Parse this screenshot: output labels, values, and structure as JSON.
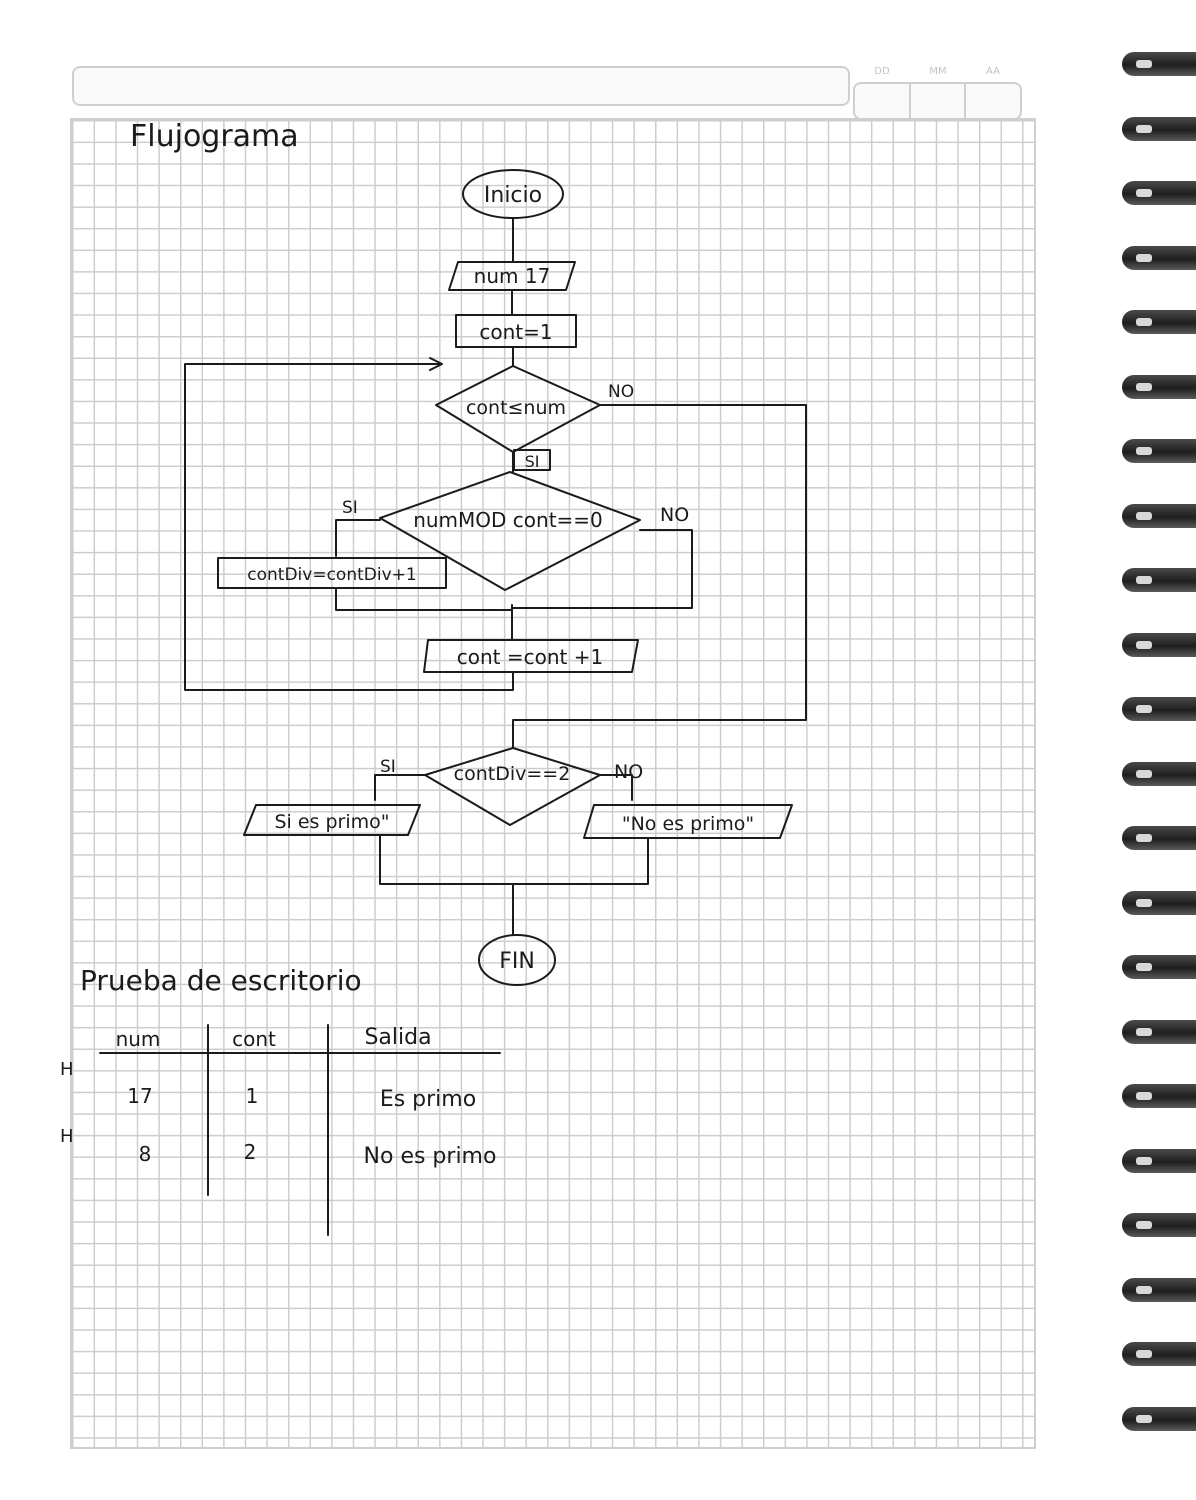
{
  "notebook": {
    "date_labels": [
      "DD",
      "MM",
      "AA"
    ]
  },
  "page_title": "Flujograma",
  "flowchart": {
    "start": "Inicio",
    "input": "num 17",
    "init": "cont=1",
    "loop_condition": "cont≤num",
    "loop_yes": "SI",
    "loop_no": "NO",
    "mod_condition": "numMOD cont==0",
    "mod_yes": "SI",
    "mod_no": "NO",
    "increment_div": "contDiv=contDiv+1",
    "increment_cont": "cont =cont +1",
    "final_condition": "contDiv==2",
    "final_yes": "SI",
    "final_no": "NO",
    "output_yes": "Si es primo\"",
    "output_no": "\"No es primo\"",
    "end": "FIN"
  },
  "desk_test": {
    "title": "Prueba de escritorio",
    "columns": [
      "num",
      "cont",
      "Salida"
    ],
    "side_labels": [
      "H",
      "H"
    ],
    "rows": [
      [
        "17",
        "1",
        "Es primo"
      ],
      [
        "8",
        "2",
        "No es primo"
      ]
    ]
  },
  "colors": {
    "ink": "#1b1b1b",
    "grid": "#cdcdcd",
    "spiral": "#2a2a2a"
  }
}
